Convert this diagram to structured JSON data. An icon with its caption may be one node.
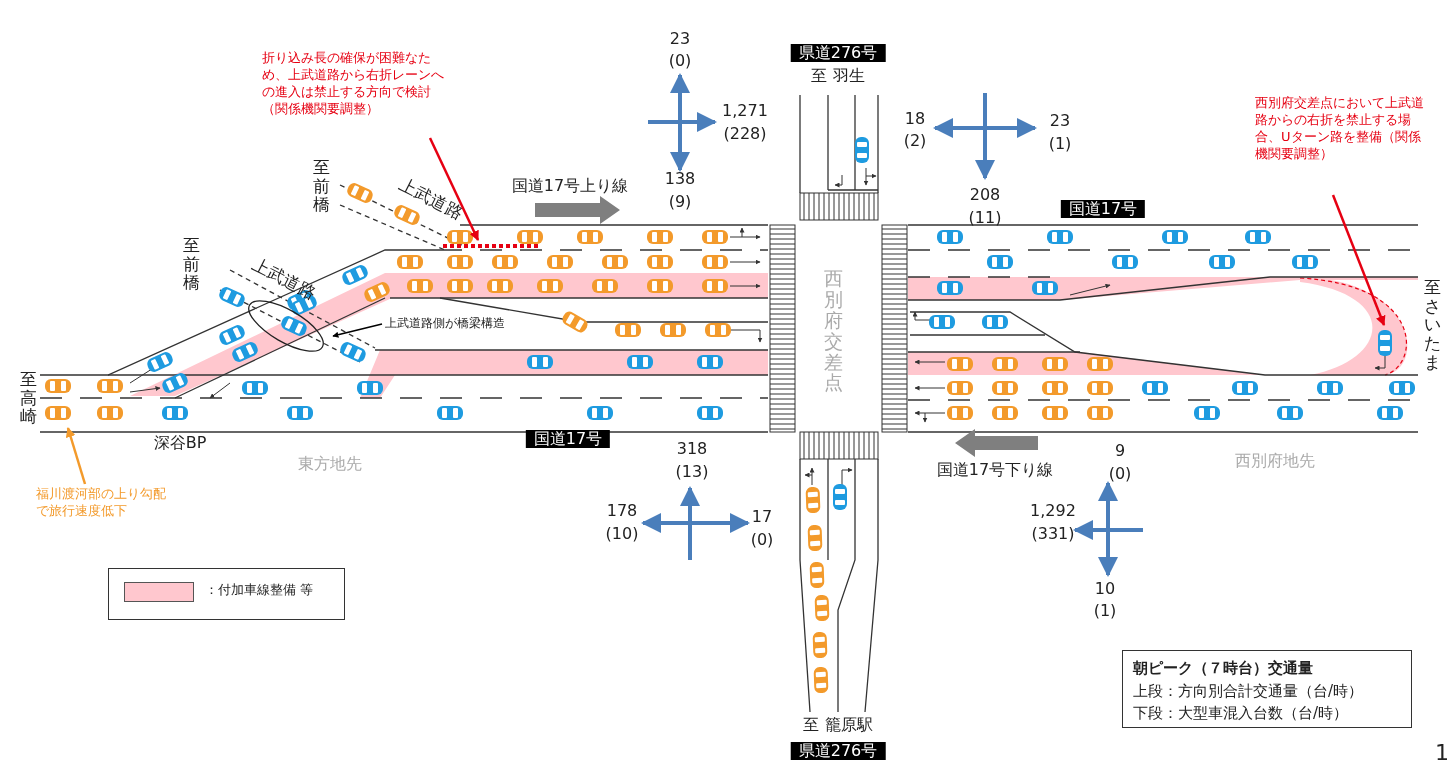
{
  "diagram": {
    "nodes": [
      {
        "text": [
          "折り込み長の確保が困難なため、上武道路から右折レーンへの進入は禁止する方向で検討（関係機関要調整）"
        ]
      },
      {
        "text": [],
        "shape": "line"
      },
      {
        "text": [
          "西別府交差点において上武道路からの右折を禁止する場合、Uターン路を整備（関係機関要調整）"
        ]
      },
      {
        "text": [
          "福川渡河部の上り勾配で旅行速度低下"
        ]
      },
      {
        "text": [
          "上武道路側が橋梁構造"
        ]
      },
      {
        "text": [],
        "shape": "ellipse"
      }
    ],
    "edges": [
      {
        "from": 0,
        "to": 1,
        "arrow": "to",
        "color": "#e60012"
      },
      {
        "from": 2,
        "to": null,
        "arrow": "to",
        "color": "#e60012"
      },
      {
        "from": 3,
        "to": null,
        "arrow": "to",
        "color": "#f39a2b"
      },
      {
        "from": 4,
        "to": 5,
        "arrow": "to",
        "color": "#000000"
      }
    ],
    "labels": [
      "23",
      "(0)",
      "県道276号",
      "至 羽生",
      "18",
      "(2)",
      "23",
      "(1)",
      "1,271",
      "(228)",
      "至前橋",
      "上武道路",
      "国道17号上り線",
      "138",
      "(9)",
      "208",
      "(11)",
      "国道17号",
      "至前橋",
      "上武道路",
      "西別府交差点",
      "至さいたま",
      "至高崎",
      "深谷BP",
      "国道17号",
      "東方地先",
      "西別府地先",
      "318",
      "(13)",
      "国道17号下り線",
      "9",
      "(0)",
      "178",
      "(10)",
      "17",
      "(0)",
      "1,292",
      "(331)",
      "10",
      "(1)",
      "至 籠原駅",
      "県道276号",
      "朝ピーク（７時台）交通量",
      "上段：方向別合計交通量（台/時）",
      "下段：大型車混入台数（台/時）",
      "1"
    ],
    "legend": [
      {
        "text": "：付加車線整備 等",
        "color": "#ffc7ce"
      }
    ]
  }
}
